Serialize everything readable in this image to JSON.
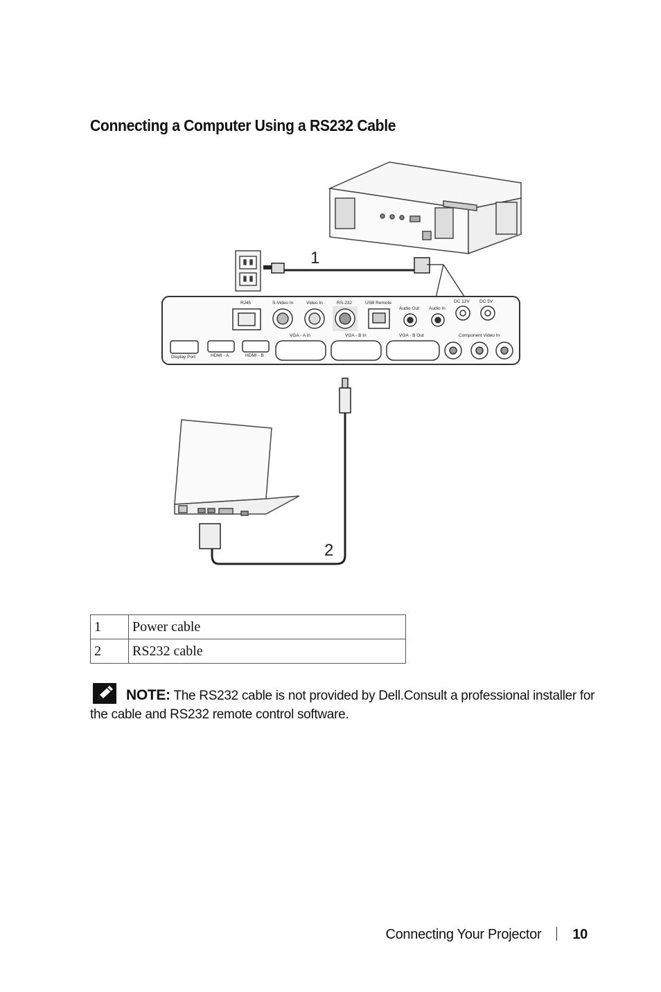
{
  "section": {
    "title": "Connecting a Computer Using a RS232 Cable"
  },
  "figure": {
    "callouts": [
      "1",
      "2"
    ],
    "panel_labels": {
      "rj45": "RJ45",
      "svideo": "S-Video In",
      "video": "Video In",
      "rs232": "RS-232",
      "usb": "USB Remote",
      "audio_out": "Audio Out",
      "audio_in": "Audio In",
      "dc12": "DC 12V",
      "dc5": "DC 5V",
      "vga_a": "VGA - A In",
      "vga_b": "VGA - B In",
      "vga_b_out": "VGA - B Out",
      "component": "Component Video In",
      "display_port": "Display Port",
      "hdmi_a": "HDMI - A",
      "hdmi_b": "HDMI - B"
    }
  },
  "legend": [
    {
      "num": "1",
      "label": "Power cable"
    },
    {
      "num": "2",
      "label": "RS232 cable"
    }
  ],
  "note": {
    "label": "NOTE:",
    "text": " The RS232 cable is not provided by Dell.Consult a professional installer for the cable and RS232 remote control software."
  },
  "footer": {
    "chapter": "Connecting Your Projector",
    "page": "10"
  }
}
